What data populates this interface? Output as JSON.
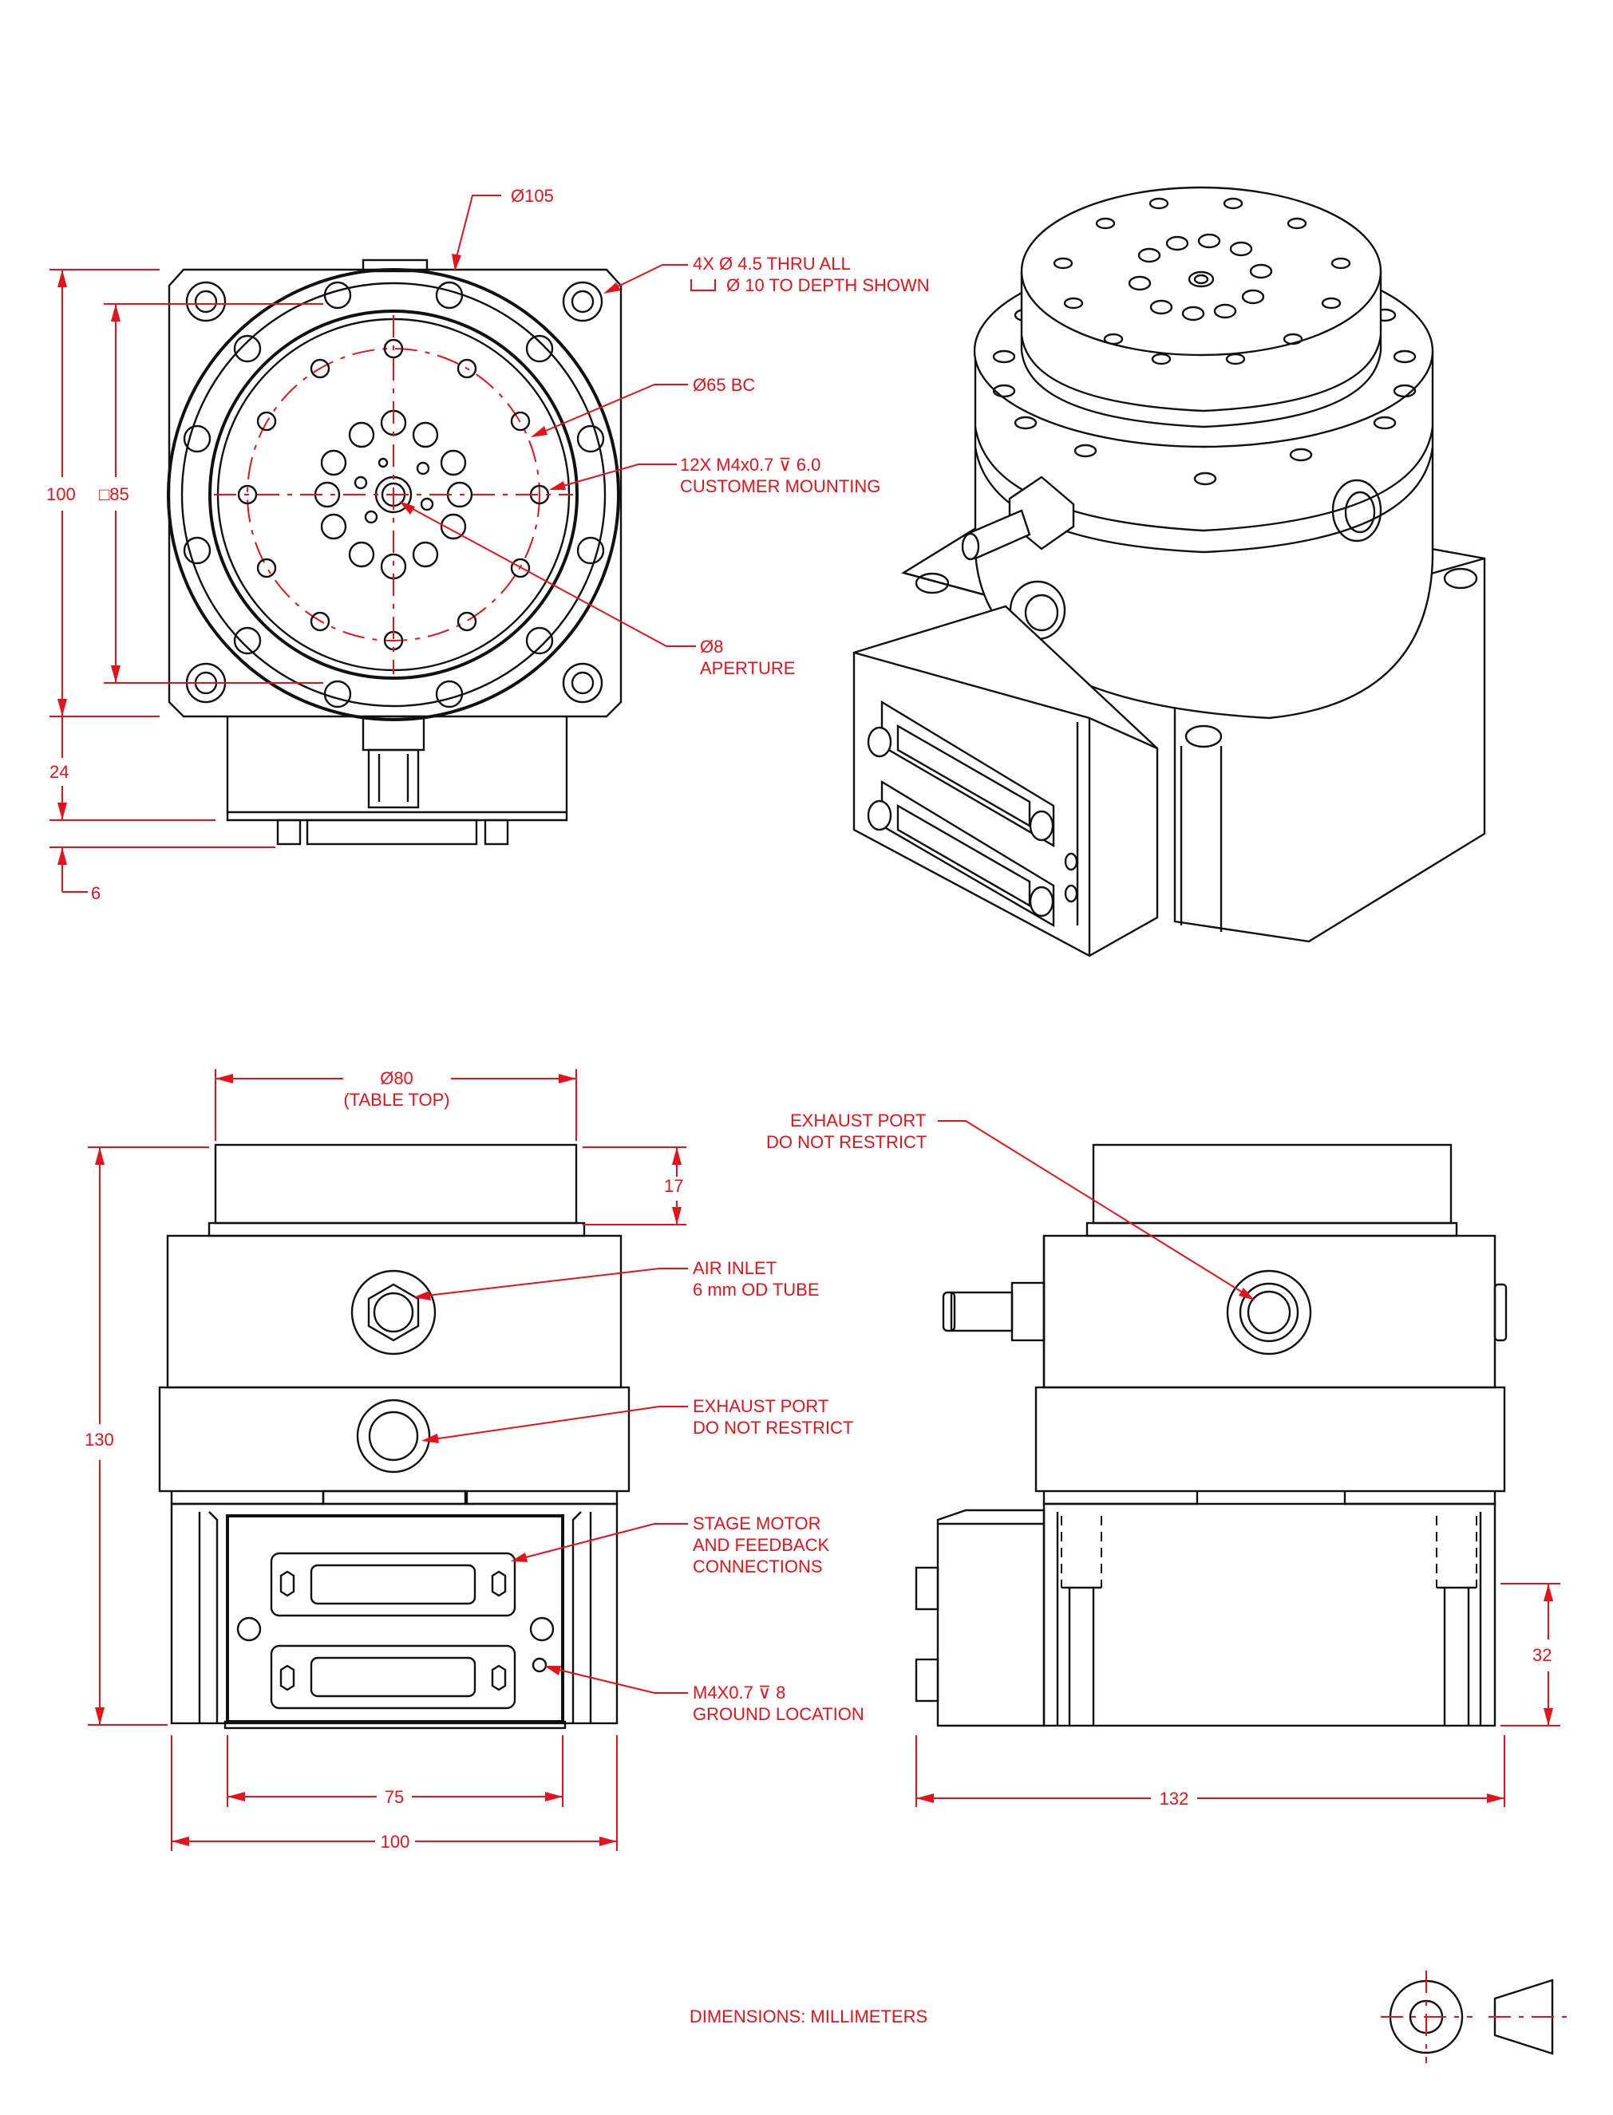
{
  "top_view": {
    "dia_105": "Ø105",
    "holes_4x_line1": "4X  Ø  4.5 THRU ALL",
    "holes_4x_line2": "Ø  10 TO DEPTH SHOWN",
    "bc_65": "Ø65 BC",
    "mount_line1": "12X M4x0.7 ⊽ 6.0",
    "mount_line2": "CUSTOMER MOUNTING",
    "aperture_dia": "Ø8",
    "aperture_label": "APERTURE",
    "dim_100": "100",
    "dim_sq85": "□85",
    "dim_24": "24",
    "dim_6": "6"
  },
  "front_view": {
    "dia_80": "Ø80",
    "table_top": "(TABLE TOP)",
    "dim_17": "17",
    "dim_130": "130",
    "air_inlet_line1": "AIR INLET",
    "air_inlet_line2": "6 mm OD TUBE",
    "exhaust_line1": "EXHAUST PORT",
    "exhaust_line2": "DO NOT RESTRICT",
    "motor_line1": "STAGE MOTOR",
    "motor_line2": "AND FEEDBACK",
    "motor_line3": "CONNECTIONS",
    "ground_line1": "M4X0.7 ⊽ 8",
    "ground_line2": "GROUND LOCATION",
    "dim_75": "75",
    "dim_100": "100"
  },
  "side_view": {
    "exhaust_line1": "EXHAUST PORT",
    "exhaust_line2": "DO NOT RESTRICT",
    "dim_32": "32",
    "dim_132": "132"
  },
  "footer": {
    "units": "DIMENSIONS:  MILLIMETERS"
  },
  "colors": {
    "dimension": "#e3121b",
    "outline": "#111111"
  },
  "icons": [
    "third-angle-projection-icon"
  ]
}
